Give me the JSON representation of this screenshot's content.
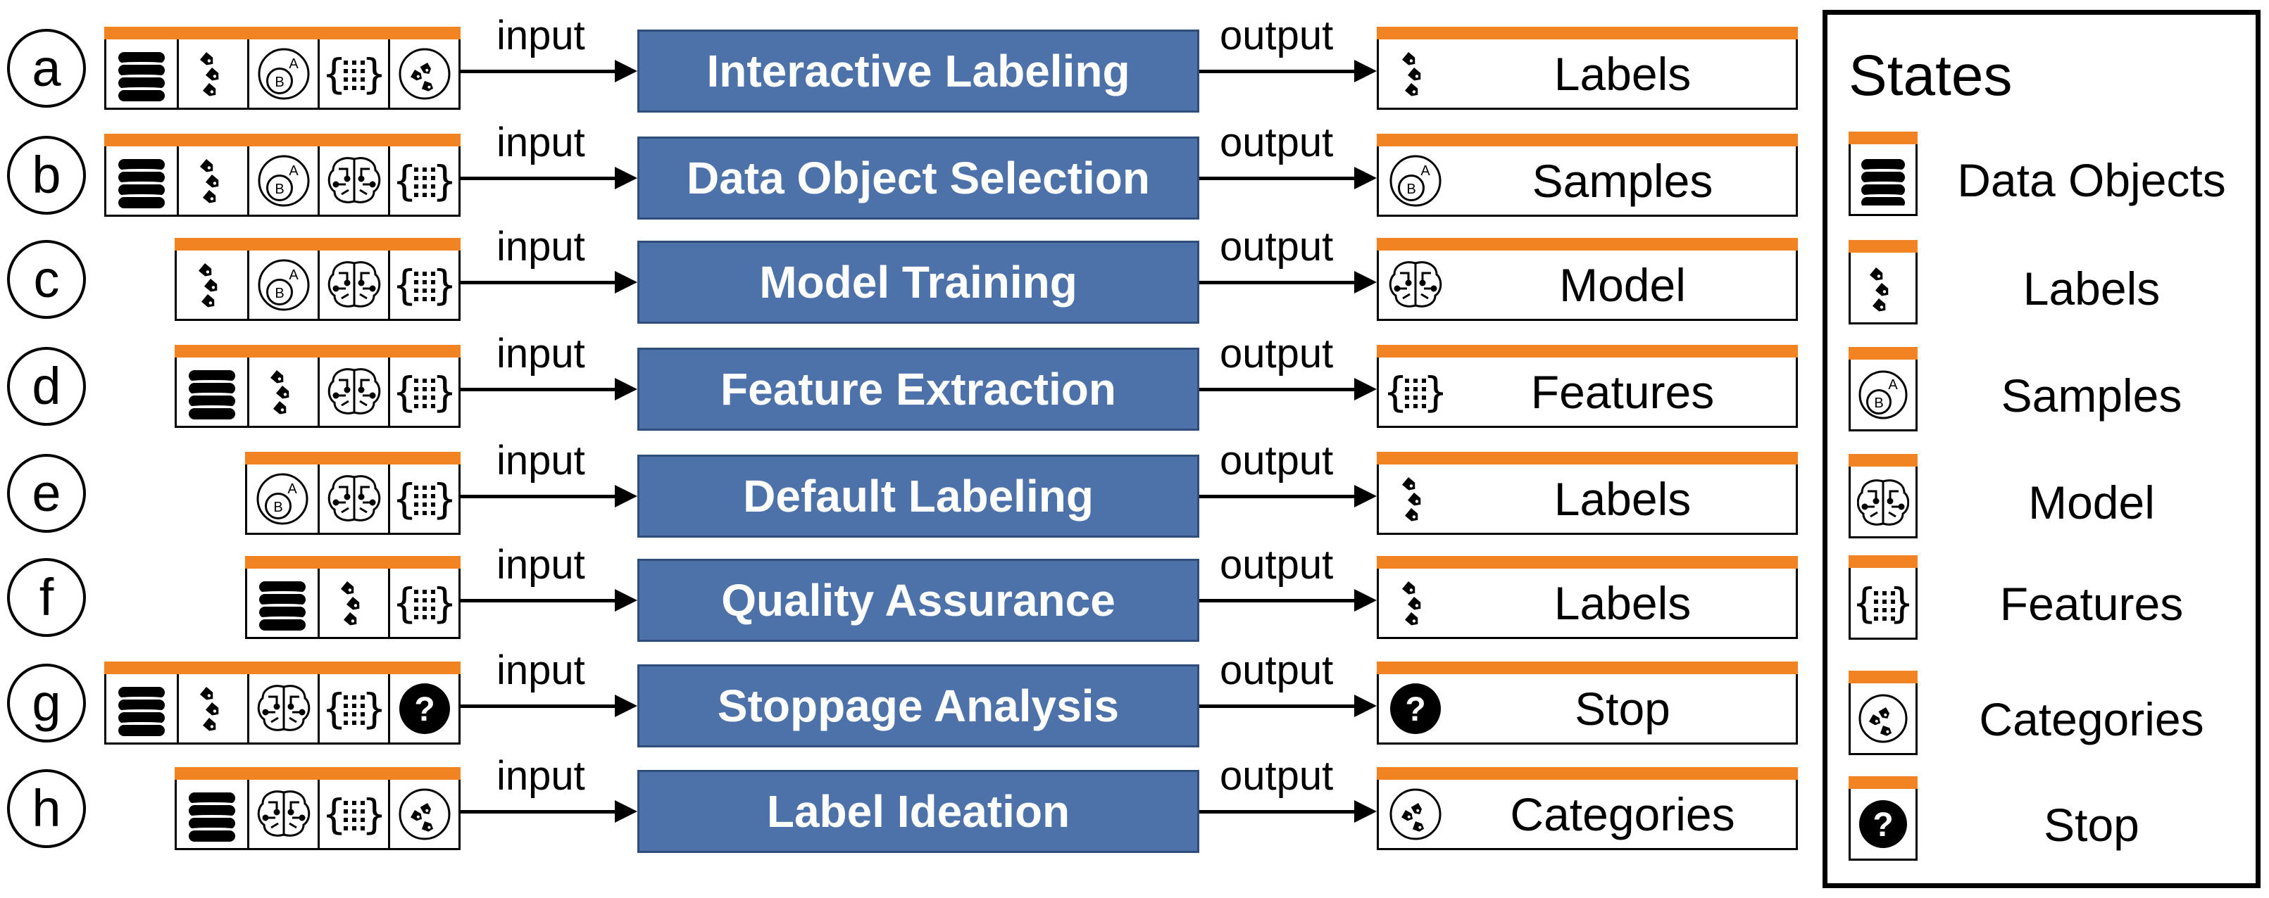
{
  "connector": {
    "input_label": "input",
    "output_label": "output"
  },
  "rows": [
    {
      "letter": "a",
      "process": "Interactive Labeling",
      "output": "Labels",
      "output_icon": "labels-icon",
      "inputs": [
        "data-objects-icon",
        "labels-icon",
        "samples-icon",
        "features-icon",
        "categories-icon"
      ]
    },
    {
      "letter": "b",
      "process": "Data Object Selection",
      "output": "Samples",
      "output_icon": "samples-icon",
      "inputs": [
        "data-objects-icon",
        "labels-icon",
        "samples-icon",
        "model-icon",
        "features-icon"
      ]
    },
    {
      "letter": "c",
      "process": "Model Training",
      "output": "Model",
      "output_icon": "model-icon",
      "inputs": [
        "labels-icon",
        "samples-icon",
        "model-icon",
        "features-icon"
      ]
    },
    {
      "letter": "d",
      "process": "Feature Extraction",
      "output": "Features",
      "output_icon": "features-icon",
      "inputs": [
        "data-objects-icon",
        "labels-icon",
        "model-icon",
        "features-icon"
      ]
    },
    {
      "letter": "e",
      "process": "Default Labeling",
      "output": "Labels",
      "output_icon": "labels-icon",
      "inputs": [
        "samples-icon",
        "model-icon",
        "features-icon"
      ]
    },
    {
      "letter": "f",
      "process": "Quality Assurance",
      "output": "Labels",
      "output_icon": "labels-icon",
      "inputs": [
        "data-objects-icon",
        "labels-icon",
        "features-icon"
      ]
    },
    {
      "letter": "g",
      "process": "Stoppage Analysis",
      "output": "Stop",
      "output_icon": "stop-icon",
      "inputs": [
        "data-objects-icon",
        "labels-icon",
        "model-icon",
        "features-icon",
        "stop-icon"
      ]
    },
    {
      "letter": "h",
      "process": "Label Ideation",
      "output": "Categories",
      "output_icon": "categories-icon",
      "inputs": [
        "data-objects-icon",
        "model-icon",
        "features-icon",
        "categories-icon"
      ]
    }
  ],
  "legend": {
    "title": "States",
    "items": [
      {
        "label": "Data Objects",
        "icon": "data-objects-icon"
      },
      {
        "label": "Labels",
        "icon": "labels-icon"
      },
      {
        "label": "Samples",
        "icon": "samples-icon"
      },
      {
        "label": "Model",
        "icon": "model-icon"
      },
      {
        "label": "Features",
        "icon": "features-icon"
      },
      {
        "label": "Categories",
        "icon": "categories-icon"
      },
      {
        "label": "Stop",
        "icon": "stop-icon"
      }
    ]
  },
  "colors": {
    "process_fill": "#4d71a9",
    "state_bar": "#f28322",
    "process_text": "#ffffff"
  },
  "icon_glyphs": {
    "samples_a": "A",
    "samples_b": "B",
    "stop_mark": "?",
    "features_braces": "{ }"
  }
}
